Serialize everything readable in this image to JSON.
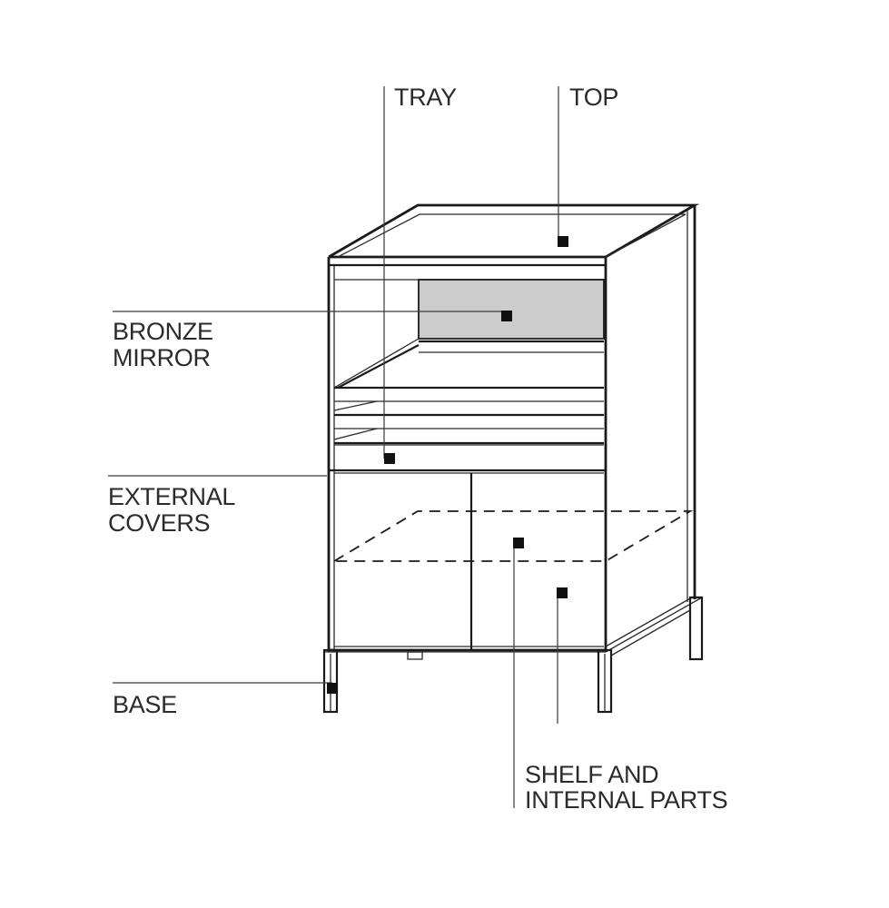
{
  "labels": {
    "tray": "TRAY",
    "top": "TOP",
    "bronze_mirror": [
      "BRONZE",
      "MIRROR"
    ],
    "external_covers": [
      "EXTERNAL",
      "COVERS"
    ],
    "base": "BASE",
    "shelf_internal": [
      "SHELF AND",
      "INTERNAL PARTS"
    ]
  },
  "colors": {
    "line": "#1a1a1a",
    "text": "#2b2b2b",
    "mirror_fill": "#cccccc",
    "background": "#ffffff"
  }
}
